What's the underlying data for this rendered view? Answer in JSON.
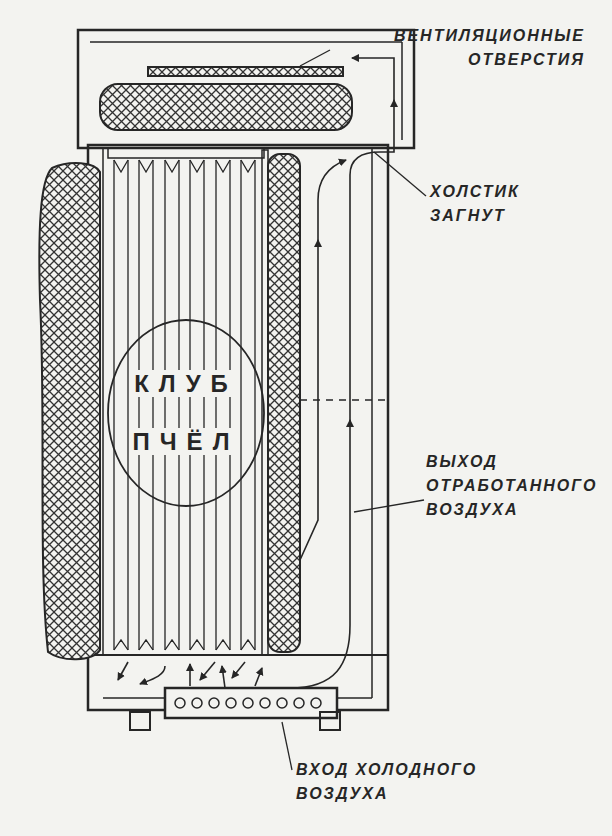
{
  "diagram": {
    "nodes": [
      {
        "text": [
          "КЛУБ ПЧЁЛ"
        ]
      }
    ],
    "labels": [
      "ВЕНТИЛЯЦИОННЫЕ ОТВЕРСТИЯ",
      "ХОЛСТИК ЗАГНУТ",
      "ВЫХОД ОТРАБОТАННОГО ВОЗДУХА",
      "ВХОД ХОЛОДНОГО ВОЗДУХА"
    ]
  }
}
